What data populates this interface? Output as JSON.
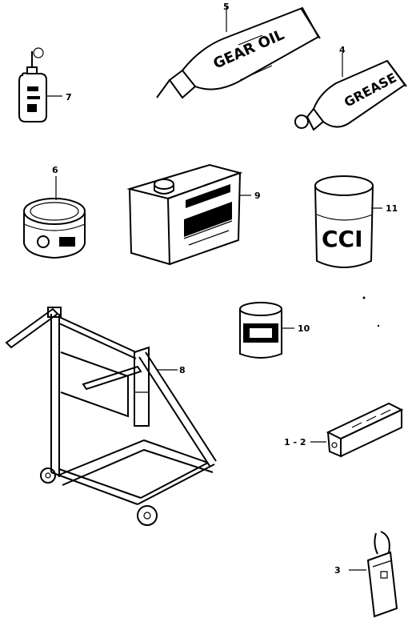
{
  "callouts": {
    "gear_oil": "5",
    "grease": "4",
    "bottle": "7",
    "tin": "6",
    "can": "9",
    "cci": "11",
    "small_can": "10",
    "stand": "8",
    "stick": "1 - 2",
    "pouch": "3"
  },
  "labels": {
    "gear_oil_tube": "GEAR OIL",
    "grease_tube": "GREASE",
    "cci_can": "CCI"
  }
}
